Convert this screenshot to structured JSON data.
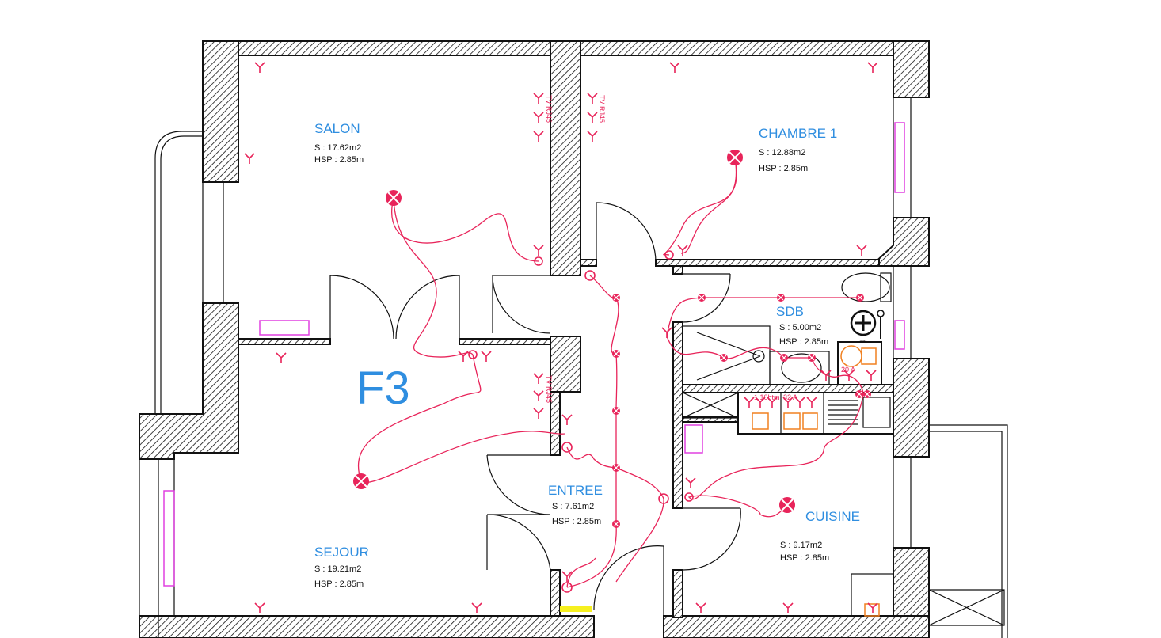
{
  "plan": {
    "type_label": "F3",
    "rooms": [
      {
        "name": "SALON",
        "surface": "S : 17.62m2",
        "hsp": "HSP : 2.85m"
      },
      {
        "name": "CHAMBRE 1",
        "surface": "S : 12.88m2",
        "hsp": "HSP : 2.85m"
      },
      {
        "name": "SDB",
        "surface": "S : 5.00m2",
        "hsp": "HSP : 2.85m"
      },
      {
        "name": "ENTREE",
        "surface": "S : 7.61m2",
        "hsp": "HSP : 2.85m"
      },
      {
        "name": "SEJOUR",
        "surface": "S : 19.21m2",
        "hsp": "HSP : 2.85m"
      },
      {
        "name": "CUISINE",
        "surface": "S : 9.17m2",
        "hsp": "HSP : 2.85m"
      }
    ],
    "annotations": {
      "tv_rj45": "TV RJ45",
      "hotte": "1.10htm",
      "plaque": "32 A",
      "lave_linge": "20 A",
      "vmc": "VMC"
    }
  },
  "colors": {
    "wire": "#e8245a",
    "label": "#2f8ee0",
    "appliance": "#f08020",
    "radiator": "#e040e0"
  }
}
